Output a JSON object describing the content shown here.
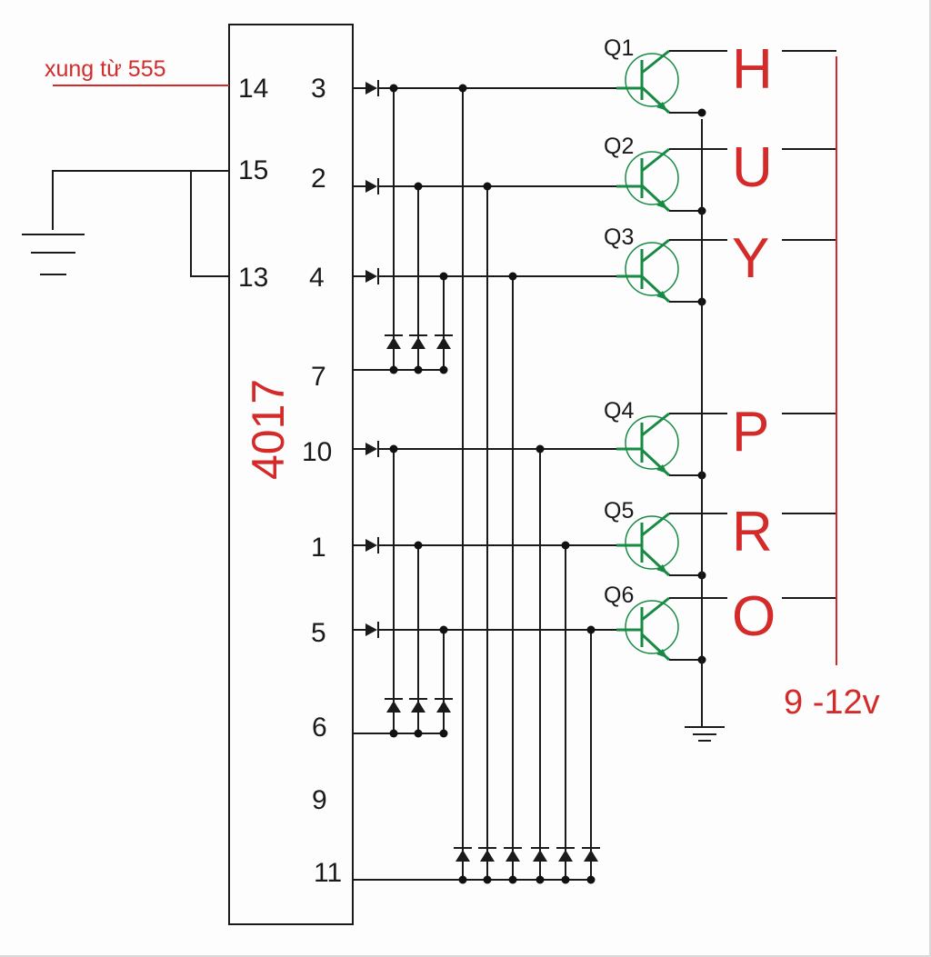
{
  "diagram": {
    "type": "circuit-schematic",
    "ic": {
      "part_number": "4017",
      "left_pins": [
        {
          "pin": "14",
          "connection": "xung từ 555"
        },
        {
          "pin": "15",
          "connection": "ground"
        },
        {
          "pin": "13",
          "connection": "ground (tied to 15)"
        }
      ],
      "right_pins": [
        "3",
        "2",
        "4",
        "7",
        "10",
        "1",
        "5",
        "6",
        "9",
        "11"
      ]
    },
    "input_label": "xung từ 555",
    "supply_label": "9 -12v",
    "transistors": [
      {
        "label": "Q1",
        "letter": "H"
      },
      {
        "label": "Q2",
        "letter": "U"
      },
      {
        "label": "Q3",
        "letter": "Y"
      },
      {
        "label": "Q4",
        "letter": "P"
      },
      {
        "label": "Q5",
        "letter": "R"
      },
      {
        "label": "Q6",
        "letter": "O"
      }
    ],
    "colors": {
      "wire": "#1a1a1a",
      "transistor": "#178a43",
      "accent_red": "#d42a2a"
    }
  }
}
